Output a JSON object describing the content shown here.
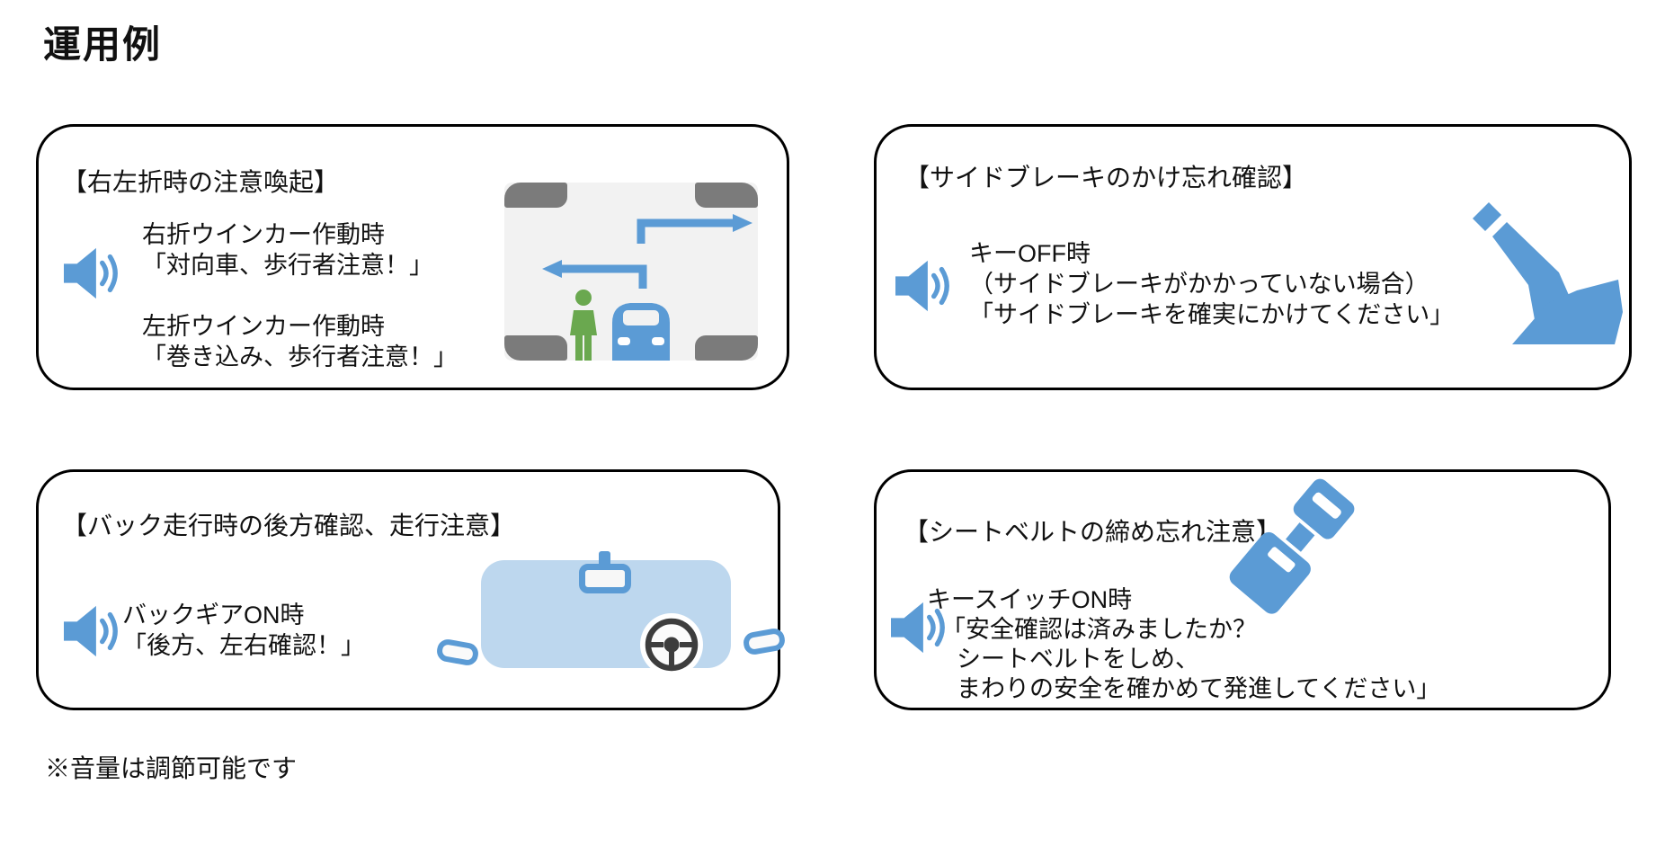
{
  "title": "運用例",
  "footnote": "※音量は調節可能です",
  "colors": {
    "accent": "#5B9BD5",
    "body_fill": "#BDD7EE",
    "road": "#F2F2F2",
    "corner_gray": "#7B7B7B",
    "green": "#6AA84F",
    "ink": "#111111"
  },
  "cards": [
    {
      "heading": "【右左折時の注意喚起】",
      "illustration": "intersection-diagram",
      "voice_groups": [
        [
          "右折ウインカー作動時",
          "「対向車、歩行者注意！」"
        ],
        [
          "左折ウインカー作動時",
          "「巻き込み、歩行者注意！」"
        ]
      ]
    },
    {
      "heading": "【サイドブレーキのかけ忘れ確認】",
      "illustration": "handbrake-icon",
      "voice_groups": [
        [
          "キーOFF時",
          "（サイドブレーキがかかっていない場合）",
          "「サイドブレーキを確実にかけてください」"
        ]
      ]
    },
    {
      "heading": "【バック走行時の後方確認、走行注意】",
      "illustration": "vehicle-top-view",
      "voice_groups": [
        [
          "バックギアON時",
          "「後方、左右確認！」"
        ]
      ]
    },
    {
      "heading": "【シートベルトの締め忘れ注意】",
      "illustration": "seatbelt-icon",
      "voice_groups": [
        [
          "キースイッチON時",
          "「安全確認は済みましたか？",
          "シートベルトをしめ、",
          "まわりの安全を確かめて発進してください」"
        ]
      ]
    }
  ]
}
